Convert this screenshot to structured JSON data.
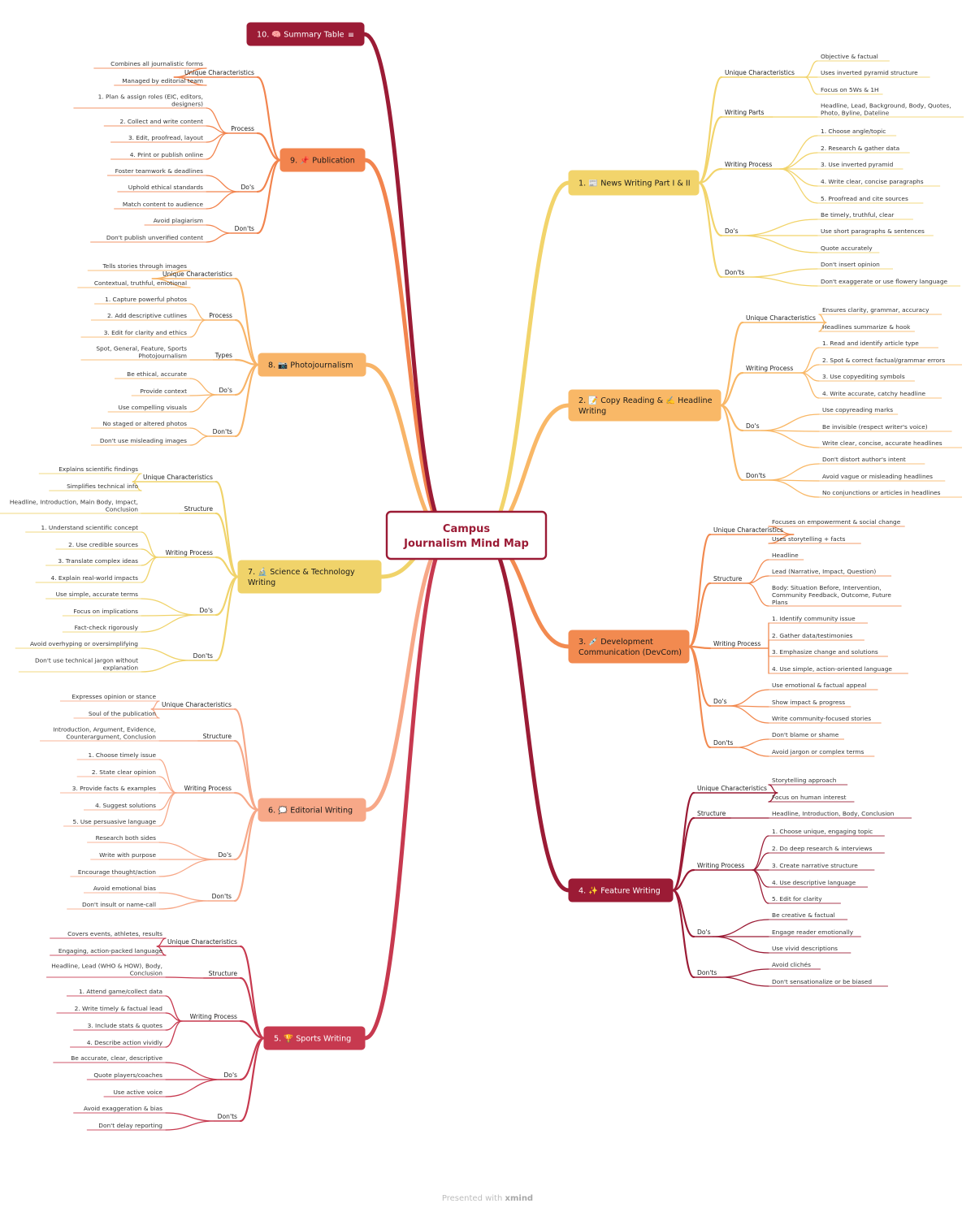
{
  "center": {
    "title_line1": "Campus",
    "title_line2": "Journalism Mind Map"
  },
  "footer": {
    "presented_with": "Presented with",
    "brand": "xmind"
  },
  "colors": {
    "news": "#f2d46b",
    "copy": "#f9b867",
    "devcom": "#f28a50",
    "feature": "#9b1b35",
    "sports": "#c7394f",
    "editorial": "#f7a888",
    "scitech": "#f0d36a",
    "photo": "#f8b468",
    "publication": "#f2844e",
    "summary": "#9b1b35"
  },
  "branches": [
    {
      "id": "news",
      "label1": "1. 📰 News Writing Part I & II",
      "label2": "",
      "groups": [
        {
          "label": "Unique Characteristics",
          "items": [
            "Objective & factual",
            "Uses inverted pyramid structure",
            "Focus on 5Ws & 1H"
          ]
        },
        {
          "label": "Writing Parts",
          "items": [
            "Headline, Lead, Background, Body, Quotes, | Photo, Byline, Dateline"
          ]
        },
        {
          "label": "Writing Process",
          "items": [
            "1. Choose angle/topic",
            "2. Research & gather data",
            "3. Use inverted pyramid",
            "4. Write clear, concise paragraphs",
            "5. Proofread and cite sources"
          ]
        },
        {
          "label": "Do's",
          "items": [
            "Be timely, truthful, clear",
            "Use short paragraphs & sentences",
            "Quote accurately"
          ]
        },
        {
          "label": "Don'ts",
          "items": [
            "Don't insert opinion",
            "Don't exaggerate or use flowery language"
          ]
        }
      ]
    },
    {
      "id": "copy",
      "label1": "2. 📝 Copy Reading & ✍️ Headline",
      "label2": "Writing",
      "groups": [
        {
          "label": "Unique Characteristics",
          "items": [
            "Ensures clarity, grammar, accuracy",
            "Headlines summarize & hook"
          ]
        },
        {
          "label": "Writing Process",
          "items": [
            "1. Read and identify article type",
            "2. Spot & correct factual/grammar errors",
            "3. Use copyediting symbols",
            "4. Write accurate, catchy headline"
          ]
        },
        {
          "label": "Do's",
          "items": [
            "Use copyreading marks",
            "Be invisible (respect writer's voice)",
            "Write clear, concise, accurate headlines"
          ]
        },
        {
          "label": "Don'ts",
          "items": [
            "Don't distort author's intent",
            "Avoid vague or misleading headlines",
            "No conjunctions or articles in headlines"
          ]
        }
      ]
    },
    {
      "id": "devcom",
      "label1": "3. 💉 Development",
      "label2": "Communication (DevCom)",
      "groups": [
        {
          "label": "Unique Characteristics",
          "items": [
            "Focuses on empowerment & social change",
            "Uses storytelling + facts"
          ]
        },
        {
          "label": "Structure",
          "items": [
            "Headline",
            "Lead (Narrative, Impact, Question)",
            "Body: Situation Before, Intervention, | Community Feedback, Outcome, Future | Plans"
          ]
        },
        {
          "label": "Writing Process",
          "items": [
            "1. Identify community issue",
            "2. Gather data/testimonies",
            "3. Emphasize change and solutions",
            "4. Use simple, action-oriented language"
          ]
        },
        {
          "label": "Do's",
          "items": [
            "Use emotional & factual appeal",
            "Show impact & progress",
            "Write community-focused stories"
          ]
        },
        {
          "label": "Don'ts",
          "items": [
            "Don't blame or shame",
            "Avoid jargon or complex terms"
          ]
        }
      ]
    },
    {
      "id": "feature",
      "label1": "4. ✨ Feature Writing",
      "label2": "",
      "groups": [
        {
          "label": "Unique Characteristics",
          "items": [
            "Storytelling approach",
            "Focus on human interest"
          ]
        },
        {
          "label": "Structure",
          "items": [
            "Headline, Introduction, Body, Conclusion"
          ]
        },
        {
          "label": "Writing Process",
          "items": [
            "1. Choose unique, engaging topic",
            "2. Do deep research & interviews",
            "3. Create narrative structure",
            "4. Use descriptive language",
            "5. Edit for clarity"
          ]
        },
        {
          "label": "Do's",
          "items": [
            "Be creative & factual",
            "Engage reader emotionally",
            "Use vivid descriptions"
          ]
        },
        {
          "label": "Don'ts",
          "items": [
            "Avoid clichés",
            "Don't sensationalize or be biased"
          ]
        }
      ]
    },
    {
      "id": "sports",
      "label1": "5. 🏆 Sports Writing",
      "label2": "",
      "groups": [
        {
          "label": "Unique Characteristics",
          "items": [
            "Covers events, athletes, results",
            "Engaging, action-packed language"
          ]
        },
        {
          "label": "Structure",
          "items": [
            "Headline, Lead (WHO & HOW), Body, | Conclusion"
          ]
        },
        {
          "label": "Writing Process",
          "items": [
            "1. Attend game/collect data",
            "2. Write timely & factual lead",
            "3. Include stats & quotes",
            "4. Describe action vividly"
          ]
        },
        {
          "label": "Do's",
          "items": [
            "Be accurate, clear, descriptive",
            "Quote players/coaches",
            "Use active voice"
          ]
        },
        {
          "label": "Don'ts",
          "items": [
            "Avoid exaggeration & bias",
            "Don't delay reporting"
          ]
        }
      ]
    },
    {
      "id": "editorial",
      "label1": "6. 🗯️ Editorial Writing",
      "label2": "",
      "groups": [
        {
          "label": "Unique Characteristics",
          "items": [
            "Expresses opinion or stance",
            "Soul of the publication"
          ]
        },
        {
          "label": "Structure",
          "items": [
            "Introduction, Argument, Evidence, | Counterargument, Conclusion"
          ]
        },
        {
          "label": "Writing Process",
          "items": [
            "1. Choose timely issue",
            "2. State clear opinion",
            "3. Provide facts & examples",
            "4. Suggest solutions",
            "5. Use persuasive language"
          ]
        },
        {
          "label": "Do's",
          "items": [
            "Research both sides",
            "Write with purpose",
            "Encourage thought/action"
          ]
        },
        {
          "label": "Don'ts",
          "items": [
            "Avoid emotional bias",
            "Don't insult or name-call"
          ]
        }
      ]
    },
    {
      "id": "scitech",
      "label1": "7. 🔬 Science & Technology",
      "label2": "Writing",
      "groups": [
        {
          "label": "Unique Characteristics",
          "items": [
            "Explains scientific findings",
            "Simplifies technical info"
          ]
        },
        {
          "label": "Structure",
          "items": [
            "Headline, Introduction, Main Body, Impact, | Conclusion"
          ]
        },
        {
          "label": "Writing Process",
          "items": [
            "1. Understand scientific concept",
            "2. Use credible sources",
            "3. Translate complex ideas",
            "4. Explain real-world impacts"
          ]
        },
        {
          "label": "Do's",
          "items": [
            "Use simple, accurate terms",
            "Focus on implications",
            "Fact-check rigorously"
          ]
        },
        {
          "label": "Don'ts",
          "items": [
            "Avoid overhyping or oversimplifying",
            "Don't use technical jargon without | explanation"
          ]
        }
      ]
    },
    {
      "id": "photo",
      "label1": "8. 📷 Photojournalism",
      "label2": "",
      "groups": [
        {
          "label": "Unique Characteristics",
          "items": [
            "Tells stories through images",
            "Contextual, truthful, emotional"
          ]
        },
        {
          "label": "Process",
          "items": [
            "1. Capture powerful photos",
            "2. Add descriptive cutlines",
            "3. Edit for clarity and ethics"
          ]
        },
        {
          "label": "Types",
          "items": [
            "Spot, General, Feature, Sports | Photojournalism"
          ]
        },
        {
          "label": "Do's",
          "items": [
            "Be ethical, accurate",
            "Provide context",
            "Use compelling visuals"
          ]
        },
        {
          "label": "Don'ts",
          "items": [
            "No staged or altered photos",
            "Don't use misleading images"
          ]
        }
      ]
    },
    {
      "id": "publication",
      "label1": "9. 📌 Publication",
      "label2": "",
      "groups": [
        {
          "label": "Unique Characteristics",
          "items": [
            "Combines all journalistic forms",
            "Managed by editorial team"
          ]
        },
        {
          "label": "Process",
          "items": [
            "1. Plan & assign roles (EIC, editors, | designers)",
            "2. Collect and write content",
            "3. Edit, proofread, layout",
            "4. Print or publish online"
          ]
        },
        {
          "label": "Do's",
          "items": [
            "Foster teamwork & deadlines",
            "Uphold ethical standards",
            "Match content to audience"
          ]
        },
        {
          "label": "Don'ts",
          "items": [
            "Avoid plagiarism",
            "Don't publish unverified content"
          ]
        }
      ]
    },
    {
      "id": "summary",
      "label1": "10. 🧠 Summary Table",
      "label2": "",
      "groups": []
    }
  ]
}
